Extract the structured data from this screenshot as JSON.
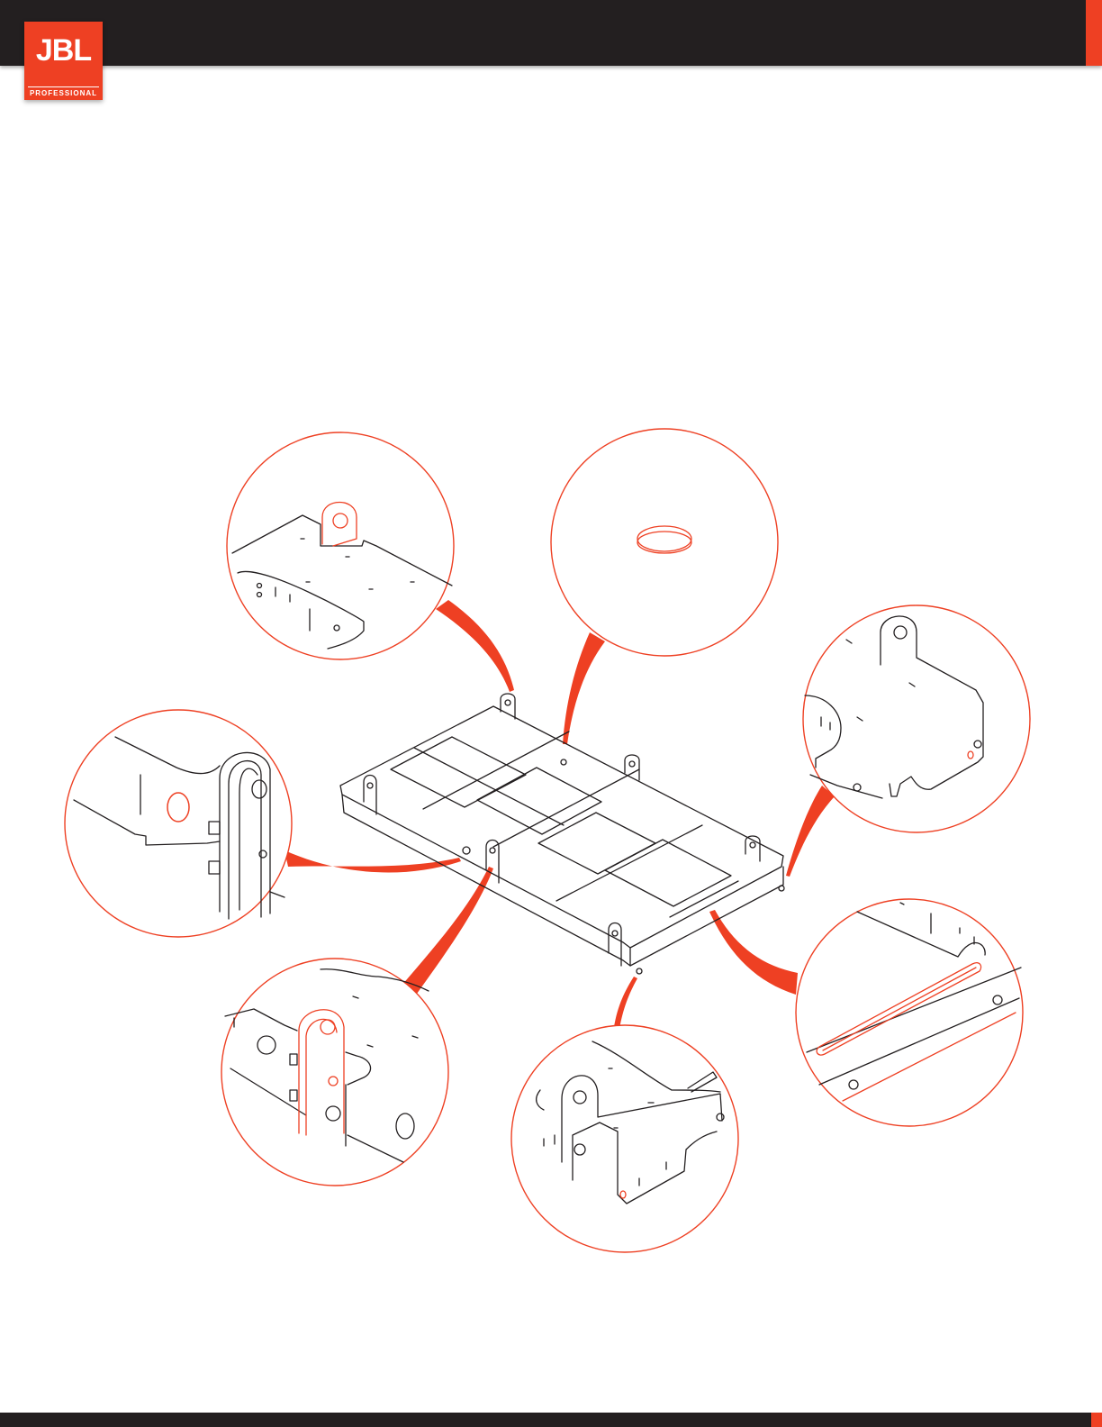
{
  "brand": {
    "name": "JBL",
    "sub": "PROFESSIONAL",
    "accent_color": "#ee4023",
    "bar_color": "#231f20"
  },
  "diagram": {
    "subject": "rigging-frame",
    "callouts": [
      {
        "id": "top-rear-lug",
        "highlight": "lifting-lug"
      },
      {
        "id": "center-hole",
        "highlight": "mounting-hole"
      },
      {
        "id": "right-rear-corner",
        "highlight": "pin-hole"
      },
      {
        "id": "left-side-hole",
        "highlight": "side-hole"
      },
      {
        "id": "left-front-lug",
        "highlight": "link-plate"
      },
      {
        "id": "front-corner",
        "highlight": "corner-pin-hole"
      },
      {
        "id": "right-rail",
        "highlight": "slide-rail"
      }
    ]
  }
}
